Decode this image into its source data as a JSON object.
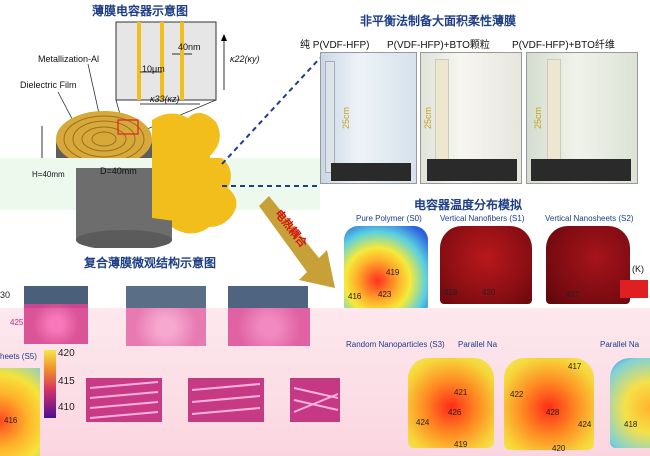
{
  "film_schematic": {
    "title": "薄膜电容器示意图",
    "metallization_label": "Metallization-Al",
    "dielectric_label": "Dielectric Film",
    "dim_10um": "10μm",
    "dim_40nm": "40nm",
    "kappa_y": "κ22(κy)",
    "kappa_z": "κ33(κz)",
    "height_label": "H=40mm",
    "diameter_label": "D=40mm"
  },
  "fabrication": {
    "title": "非平衡法制备大面积柔性薄膜",
    "samples": [
      {
        "label": "纯 P(VDF-HFP)",
        "scale": "25cm"
      },
      {
        "label": "P(VDF-HFP)+BTO颗粒",
        "scale": "25cm"
      },
      {
        "label": "P(VDF-HFP)+BTO纤维",
        "scale": "25cm"
      }
    ]
  },
  "coupling": {
    "label": "电热耦合"
  },
  "simulation": {
    "title": "电容器温度分布模拟",
    "unit": "(K)",
    "top_row": [
      {
        "label": "Pure Polymer (S0)",
        "values": [
          "419",
          "423",
          "416"
        ]
      },
      {
        "label": "Vertical Nanofibers (S1)",
        "values": [
          "420",
          "418"
        ]
      },
      {
        "label": "Vertical Nanosheets (S2)",
        "values": [
          "417"
        ]
      }
    ],
    "bottom_row": [
      {
        "label": "Random Nanoparticles (S3)",
        "values": [
          "421",
          "426",
          "424",
          "419"
        ]
      },
      {
        "label": "Parallel Na",
        "values": [
          "422",
          "428",
          "424",
          "420",
          "417"
        ]
      },
      {
        "label": "Parallel Na",
        "values": [
          "418"
        ]
      }
    ]
  },
  "micro": {
    "title": "复合薄膜微观结构示意图",
    "colorbar_ticks": [
      "425",
      "420",
      "415",
      "410"
    ],
    "left_label": "heets (S5)",
    "left_value": "416",
    "left_tick": "30"
  },
  "colors": {
    "title_blue": "#1e3e86",
    "gold": "#f2be1c",
    "pink_band": "#fbd6e0",
    "magenta": "#e0308a"
  }
}
